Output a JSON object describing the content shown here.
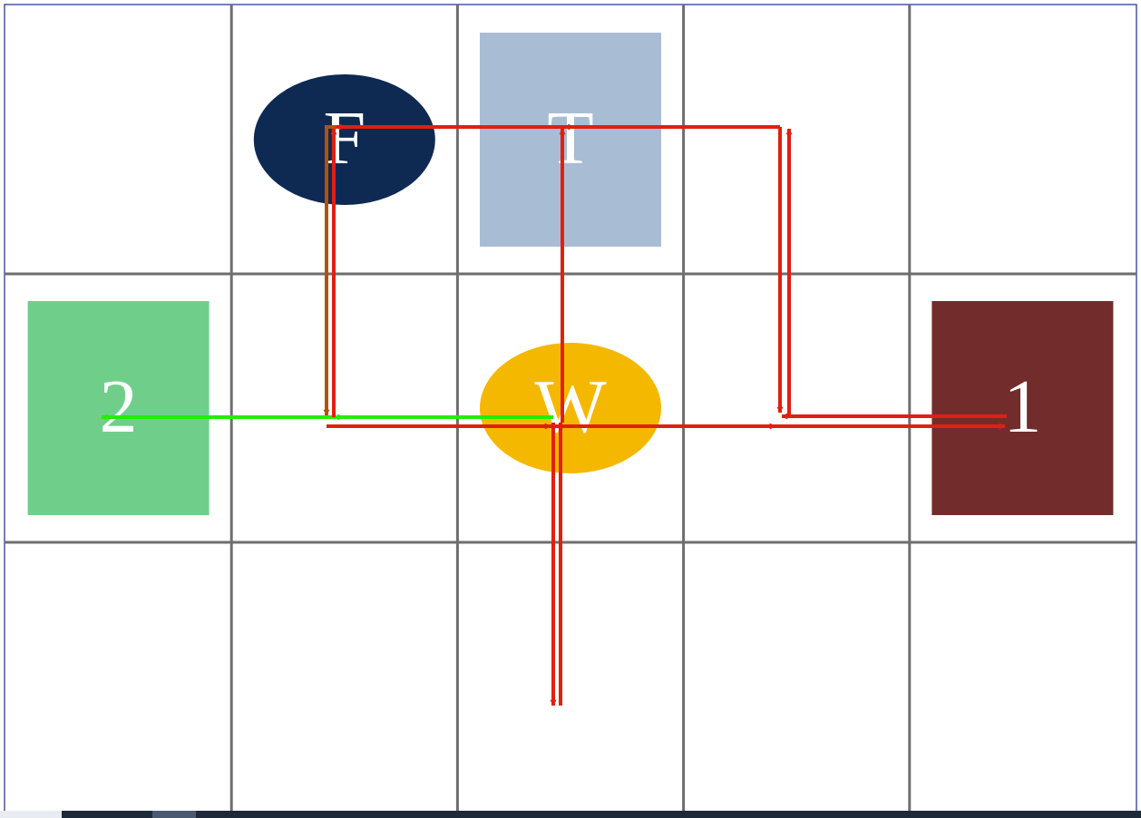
{
  "board": {
    "rows": 3,
    "cols": 5,
    "colors": {
      "background": "#ffffff",
      "grid": "#6e6e6e",
      "border": "#1f2a8a"
    }
  },
  "pieces": [
    {
      "id": "F",
      "label": "F",
      "shape": "ellipse",
      "color": "#0e2a52",
      "cell": [
        0,
        1
      ]
    },
    {
      "id": "T",
      "label": "T",
      "shape": "rect",
      "color": "#a8bdd4",
      "cell": [
        0,
        2
      ]
    },
    {
      "id": "2",
      "label": "2",
      "shape": "rect",
      "color": "#6fcf8a",
      "cell": [
        1,
        0
      ]
    },
    {
      "id": "W",
      "label": "W",
      "shape": "ellipse",
      "color": "#f5b800",
      "cell": [
        1,
        2
      ]
    },
    {
      "id": "1",
      "label": "1",
      "shape": "rect",
      "color": "#722c2c",
      "cell": [
        1,
        4
      ]
    }
  ],
  "paths": {
    "colors": {
      "red": "#e02010",
      "orange": "#b5500a",
      "green": "#22ee00"
    }
  },
  "taskbar": {
    "colors": {
      "bar": "#1e2a3a"
    }
  }
}
